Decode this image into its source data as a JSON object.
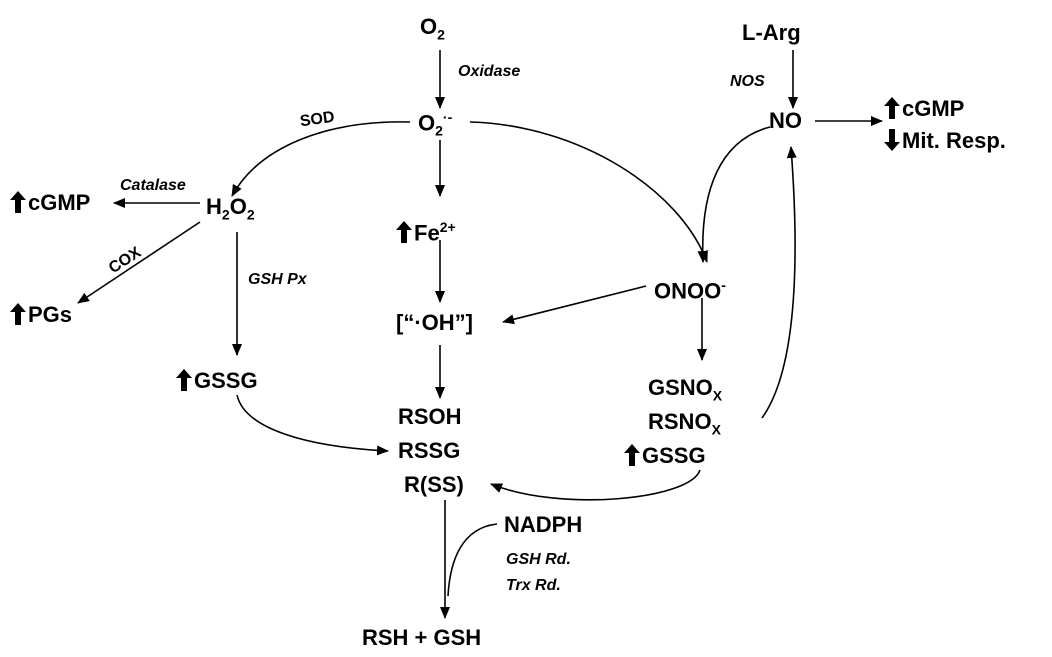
{
  "nodes": {
    "o2": {
      "base": "O",
      "sub": "2"
    },
    "superoxide": {
      "base": "O",
      "sub": "2",
      "sup": "·-"
    },
    "larg": "L-Arg",
    "no": "NO",
    "cgmp_right": "cGMP",
    "mit_resp": "Mit. Resp.",
    "h2o2": {
      "a": "H",
      "sub": "2",
      "b": "O",
      "sub2": "2"
    },
    "cgmp_left": "cGMP",
    "pgs": "PGs",
    "fe": {
      "base": "Fe",
      "sup": "2+"
    },
    "oh": "[“·OH”]",
    "onoo": {
      "base": "ONOO",
      "sup": "-"
    },
    "gssg_left": "GSSG",
    "gsnox": {
      "base": "GSNO",
      "sub": "X"
    },
    "rsnox": {
      "base": "RSNO",
      "sub": "X"
    },
    "gssg_right": "GSSG",
    "rsoh": "RSOH",
    "rssg": "RSSG",
    "rss": "R(SS)",
    "nadph": "NADPH",
    "product": "RSH + GSH"
  },
  "enzymes": {
    "oxidase": "Oxidase",
    "nos": "NOS",
    "sod": "SOD",
    "catalase": "Catalase",
    "cox": "COX",
    "gsh_px": "GSH Px",
    "gsh_rd": "GSH Rd.",
    "trx_rd": "Trx Rd."
  }
}
